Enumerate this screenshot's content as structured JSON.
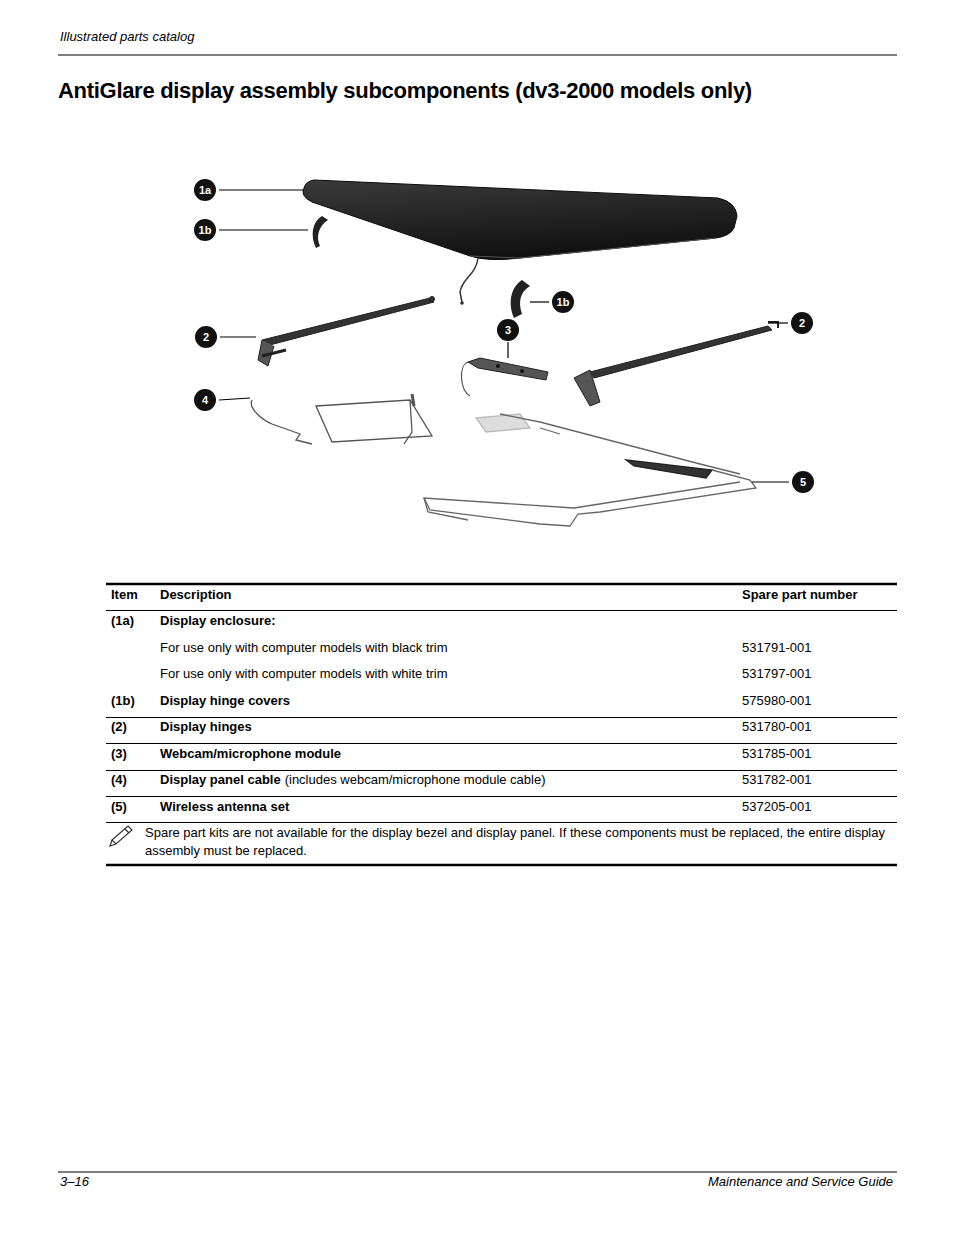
{
  "diagram": {
    "title": "AntiGlare display assembly subcomponents (dv3-2000 models only)",
    "nodes": [
      {
        "text": [
          "1a"
        ]
      },
      {
        "text": [
          "1b"
        ]
      },
      {
        "text": [
          "1b"
        ]
      },
      {
        "text": [
          "2"
        ]
      },
      {
        "text": [
          "3"
        ]
      },
      {
        "text": [
          "2"
        ]
      },
      {
        "text": [
          "4"
        ]
      },
      {
        "text": [
          "5"
        ]
      }
    ],
    "labels": [
      "Illustrated parts catalog",
      "Item",
      "Description",
      "Spare part number",
      "(1a)",
      "Display enclosure:",
      "For use only with computer models with black trim",
      "531791-001",
      "For use only with computer models with white trim",
      "531797-001",
      "(1b)",
      "Display hinge covers",
      "575980-001",
      "(2)",
      "Display hinges",
      "531780-001",
      "(3)",
      "Webcam/microphone module",
      "531785-001",
      "(4)",
      "Display panel cable",
      "(includes webcam/microphone module cable)",
      "531782-001",
      "(5)",
      "Wireless antenna set",
      "537205-001",
      "Spare part kits are not available for the display bezel and display panel. If these components must be replaced, the entire display assembly must be replaced.",
      "3–16",
      "Maintenance and Service Guide"
    ]
  }
}
